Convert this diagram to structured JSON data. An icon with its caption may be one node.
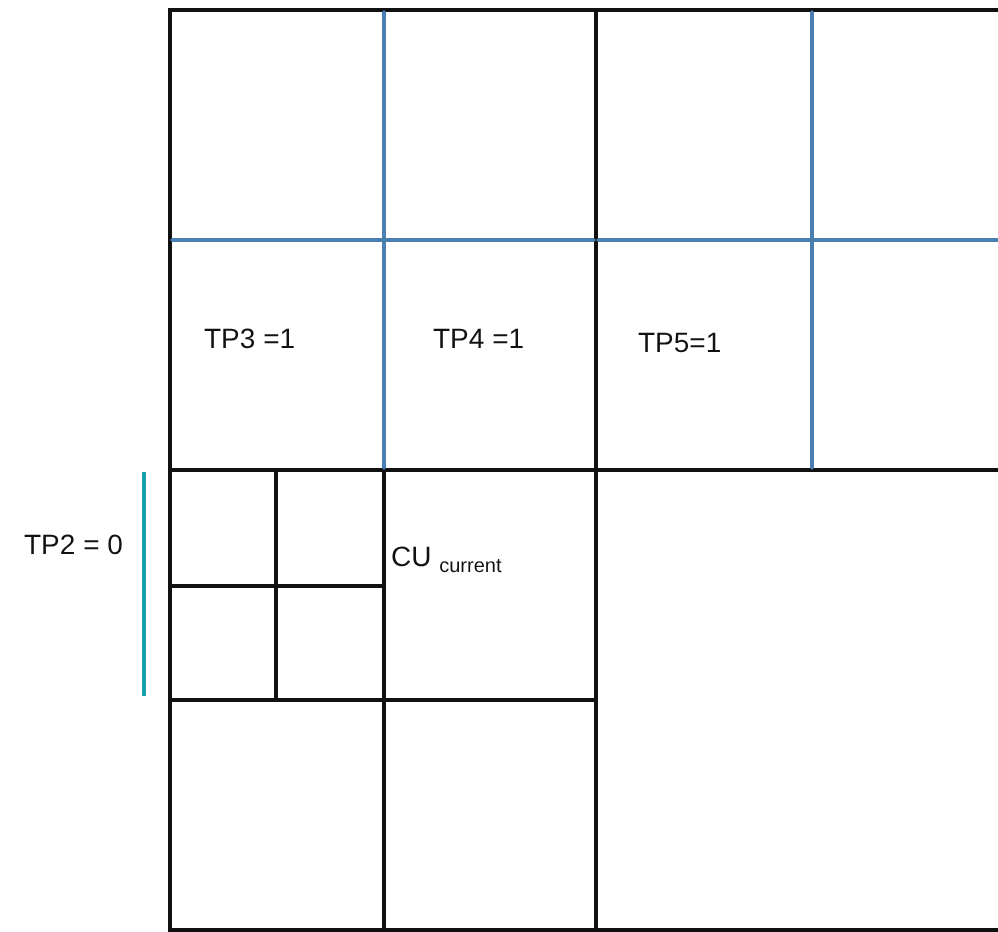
{
  "diagram": {
    "nodes": [
      {
        "text": [],
        "shape": "box"
      },
      {
        "text": [],
        "shape": "box",
        "in": 0
      },
      {
        "text": [],
        "shape": "box",
        "in": 1
      },
      {
        "text": [],
        "shape": "box",
        "in": 1
      },
      {
        "text": [
          "TP3 =1"
        ],
        "in": 1
      },
      {
        "text": [
          "TP4 =1"
        ],
        "in": 1
      },
      {
        "text": [],
        "shape": "box",
        "in": 0
      },
      {
        "text": [],
        "shape": "box",
        "in": 6
      },
      {
        "text": [],
        "shape": "box",
        "in": 6
      },
      {
        "text": [
          "TP5=1"
        ],
        "in": 6
      },
      {
        "text": [],
        "shape": "box",
        "in": 6
      },
      {
        "text": [],
        "shape": "box",
        "in": 0
      },
      {
        "text": [],
        "shape": "box",
        "in": 11
      },
      {
        "text": [],
        "shape": "box",
        "in": 12
      },
      {
        "text": [],
        "shape": "box",
        "in": 12
      },
      {
        "text": [],
        "shape": "box",
        "in": 12
      },
      {
        "text": [],
        "shape": "box",
        "in": 12
      },
      {
        "text": [
          "CU $_{current}$"
        ],
        "in": 11
      },
      {
        "text": [],
        "shape": "box",
        "in": 11
      },
      {
        "text": [],
        "shape": "box",
        "in": 11
      },
      {
        "text": [],
        "shape": "box",
        "in": 0
      }
    ],
    "labels": [
      "TP2 = 0"
    ]
  }
}
